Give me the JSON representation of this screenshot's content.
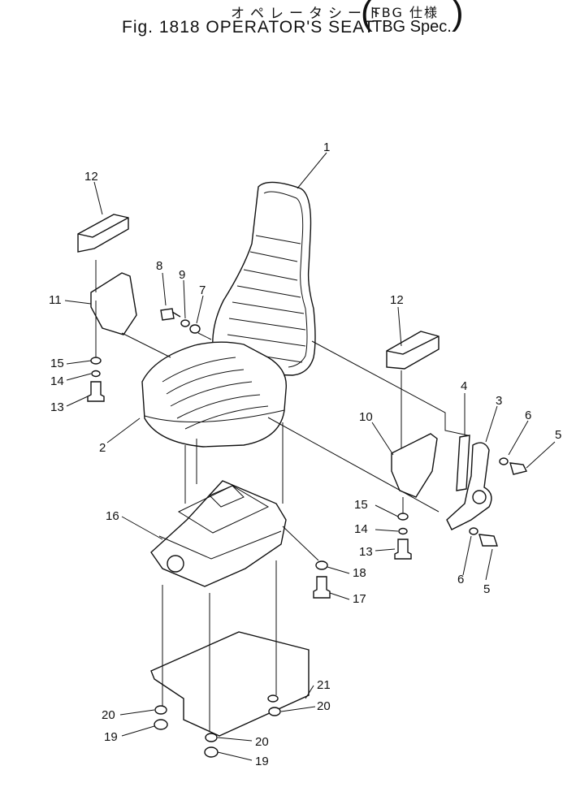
{
  "title": {
    "japanese": "オペレータシート",
    "figure": "Fig. 1818 OPERATOR'S SEAT",
    "spec_japanese": "TBG 仕様",
    "spec_english": "TBG Spec."
  },
  "callouts": [
    "1",
    "2",
    "3",
    "4",
    "5",
    "5",
    "6",
    "6",
    "7",
    "8",
    "9",
    "10",
    "11",
    "12",
    "12",
    "13",
    "13",
    "14",
    "14",
    "15",
    "15",
    "16",
    "17",
    "18",
    "19",
    "19",
    "20",
    "20",
    "20",
    "21"
  ]
}
